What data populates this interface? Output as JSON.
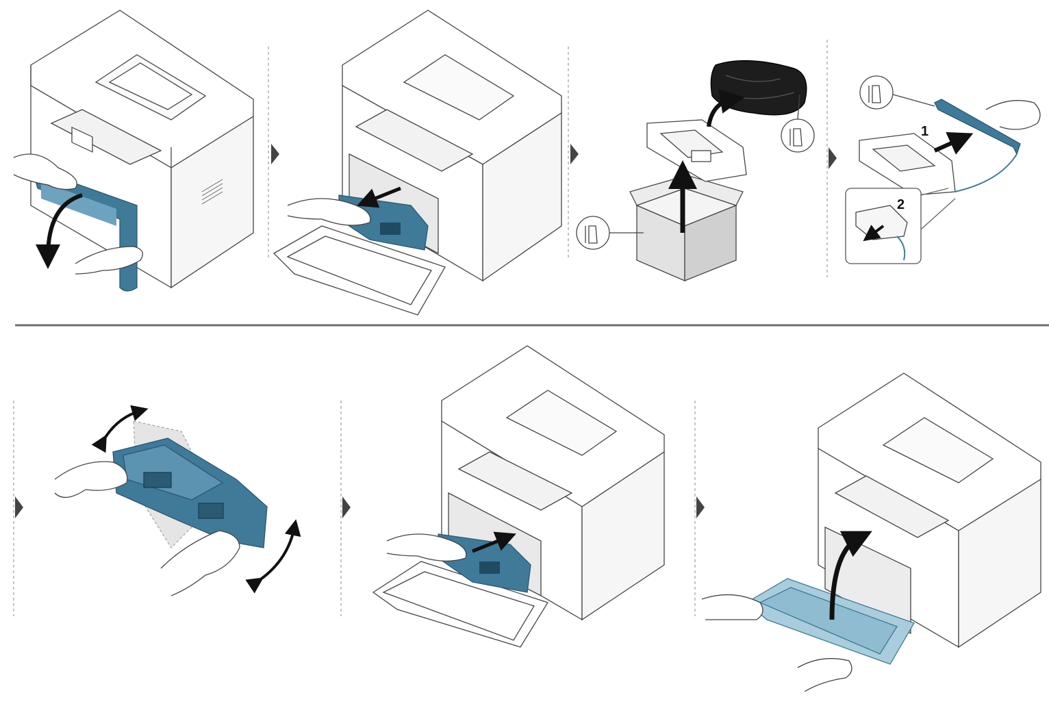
{
  "panels": {
    "step_open_door": {
      "icon": "printer-front-door-open"
    },
    "step_pull_cartridge": {
      "icon": "toner-cartridge-pull-out"
    },
    "step_unpack": {
      "icon": "new-cartridge-unpack"
    },
    "step_remove_protection": {
      "icon": "remove-protective-cover",
      "callouts": [
        "1",
        "2"
      ]
    },
    "step_shake": {
      "icon": "shake-cartridge"
    },
    "step_insert": {
      "icon": "insert-cartridge"
    },
    "step_close_door": {
      "icon": "close-front-door"
    }
  },
  "colors": {
    "accent": "#3f7a99",
    "accent_light": "#a9cddd",
    "line": "#333333",
    "divider": "#6e6e6e",
    "dash": "#888888"
  }
}
